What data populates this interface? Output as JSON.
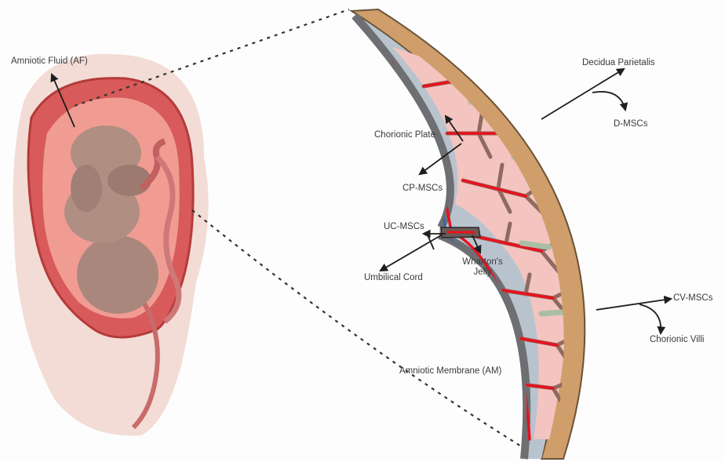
{
  "labels": {
    "amniotic_fluid": "Amniotic Fluid (AF)",
    "decidua_parietalis": "Decidua Parietalis",
    "d_mscs": "D-MSCs",
    "chorionic_plate": "Chorionic Plate",
    "cp_mscs": "CP-MSCs",
    "uc_mscs": "UC-MSCs",
    "umbilical_cord": "Umbilical Cord",
    "whartons_jelly_line1": "Wharton's",
    "whartons_jelly_line2": "Jelly",
    "cv_mscs": "CV-MSCs",
    "chorionic_villi": "Chorionic Villi",
    "amniotic_membrane": "Amniotic Membrane (AM)"
  },
  "colors": {
    "outer_band": "#cf9e6b",
    "decidua": "#b9c3ce",
    "villus_pink": "#f3c4c0",
    "villus_brown": "#8f6a5e",
    "vessel_red": "#e8121e",
    "membrane_gray": "#6e6f73",
    "uterus_red": "#d85a5a",
    "skin": "#a9877c"
  }
}
